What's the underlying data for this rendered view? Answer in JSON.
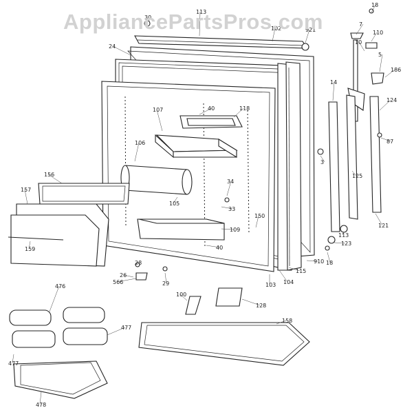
{
  "watermark": "AppliancePartsPros.com",
  "part_numbers": [
    "30",
    "113",
    "102",
    "921",
    "18",
    "7",
    "110",
    "10",
    "5",
    "186",
    "124",
    "87",
    "14",
    "24",
    "118",
    "40",
    "107",
    "106",
    "3",
    "125",
    "156",
    "157",
    "34",
    "105",
    "33",
    "150",
    "109",
    "113",
    "123",
    "121",
    "159",
    "40",
    "910",
    "115",
    "104",
    "103",
    "18",
    "28",
    "26",
    "566",
    "29",
    "476",
    "100",
    "128",
    "158",
    "477",
    "477",
    "478"
  ]
}
